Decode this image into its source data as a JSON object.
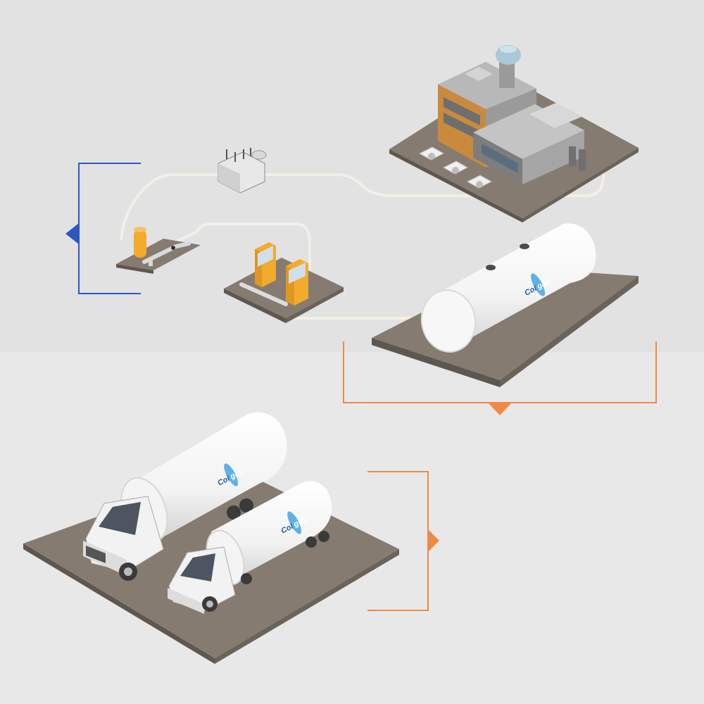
{
  "diagram": {
    "brand": {
      "logo_part1": "Col",
      "logo_part2": "gas",
      "color_primary": "#1f5fa8",
      "color_accent": "#5fb0e8"
    },
    "colors": {
      "background_top": "#e2e2e2",
      "background_bottom": "#e8e8e8",
      "ground": "#857b70",
      "ground_edge": "#5f574f",
      "pipe": "#f3efe8",
      "bracket_left": "#2f57c4",
      "bracket_orange": "#ef8a45",
      "tank": "#fbfbfb",
      "equipment_yellow": "#f2ab2c"
    },
    "nodes": [
      {
        "name": "production-plant",
        "icon": "factory-icon"
      },
      {
        "name": "transformer",
        "icon": "transformer-icon"
      },
      {
        "name": "gas-separator",
        "icon": "vessel-icon"
      },
      {
        "name": "compressor-station",
        "icon": "compressor-icon"
      },
      {
        "name": "storage-tank",
        "icon": "storage-tank-icon"
      },
      {
        "name": "tanker-trucks",
        "icon": "truck-icon"
      }
    ],
    "brackets": [
      {
        "name": "left-bracket",
        "arrow": "left"
      },
      {
        "name": "storage-bracket",
        "arrow": "down"
      },
      {
        "name": "trucks-bracket",
        "arrow": "right"
      }
    ]
  }
}
